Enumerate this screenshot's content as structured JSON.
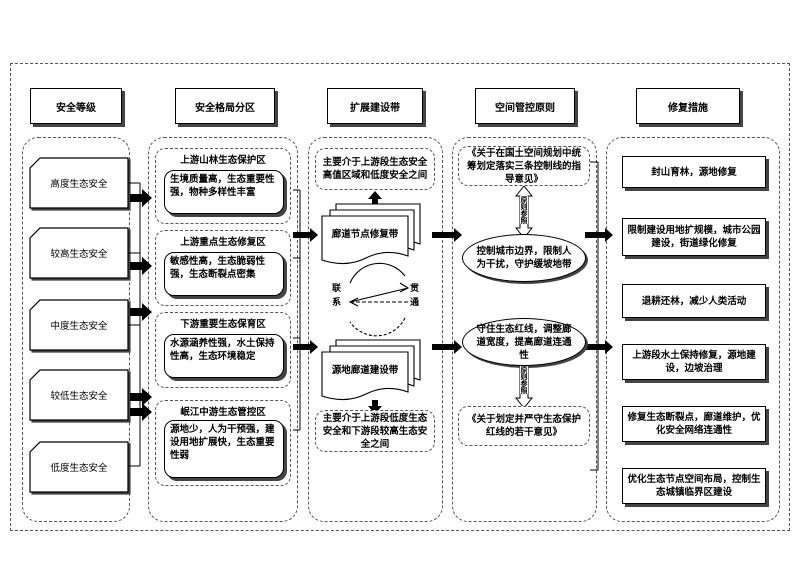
{
  "headers": {
    "level": "安全等级",
    "zones": "安全格局分区",
    "belts": "扩展建设带",
    "principles": "空间管控原则",
    "measures": "修复措施"
  },
  "levels": [
    "高度生态安全",
    "较高生态安全",
    "中度生态安全",
    "较低生态安全",
    "低度生态安全"
  ],
  "zones": [
    {
      "title": "上游山林生态保护区",
      "text": "生境质量高，生态重要性强，物种多样性丰富"
    },
    {
      "title": "上游重点生态修复区",
      "text": "敏感性高，生态脆弱性强，生态断裂点密集"
    },
    {
      "title": "下游重要生态保育区",
      "text": "水源涵养性强，水土保持性高，生态环境稳定"
    },
    {
      "title": "岷江中游生态管控区",
      "text": "源地少，人为干预强，建设用地扩展快，生态重要性弱"
    }
  ],
  "belts": {
    "top_note": "主要介于上游段生态安全高值区域和低度安全之间",
    "corridor": "廊道节点修复带",
    "source": "源地廊道建设带",
    "link": "联系",
    "through": "贯通",
    "bottom_note": "主要介于上游段低度生态安全和下游段较高生态安全之间"
  },
  "principles": {
    "doc1": "《关于在国土空间规划中统筹划定落实三条控制线的指导意见》",
    "ref1": "原则参照",
    "oval1": "控制城市边界，限制人为干扰，守护缓坡地带",
    "oval2": "守住生态红线，调整廊道宽度，提高廊道连通性",
    "ref2": "原则参照",
    "doc2": "《关于划定并严守生态保护红线的若干意见》"
  },
  "measures": [
    "封山育林，源地修复",
    "限制建设用地扩规模，城市公园建设，街道绿化修复",
    "退耕还林，减少人类活动",
    "上游段水土保持修复，源地建设，边坡治理",
    "修复生态断裂点，廊道维护，优化安全网络连通性",
    "优化生态节点空间布局，控制生态城镇临界区建设"
  ]
}
